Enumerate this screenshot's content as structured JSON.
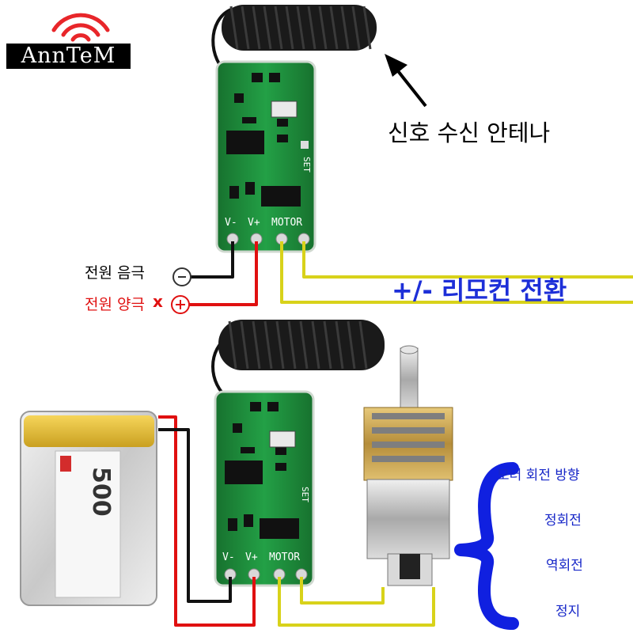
{
  "brand": {
    "name": "AnnTeM"
  },
  "labels": {
    "antenna": "신호 수신 안테나",
    "power_negative": "전원 음극",
    "power_positive": "전원 양극",
    "remote_switch": "+/- 리모컨 전환"
  },
  "board": {
    "pins": [
      "V-",
      "V+",
      "MOTOR"
    ],
    "set_label": "SET"
  },
  "battery": {
    "capacity_text": "500"
  },
  "motor_direction": {
    "title": "모터 회전 방향",
    "options": [
      "정회전",
      "역회전",
      "정지"
    ]
  },
  "colors": {
    "board_green": "#1e8a3a",
    "wire_black": "#111111",
    "wire_red": "#e01010",
    "wire_yellow": "#d8d21a",
    "brace_blue": "#1020e0",
    "label_blue": "#1d2fd8",
    "label_red": "#e01010"
  }
}
